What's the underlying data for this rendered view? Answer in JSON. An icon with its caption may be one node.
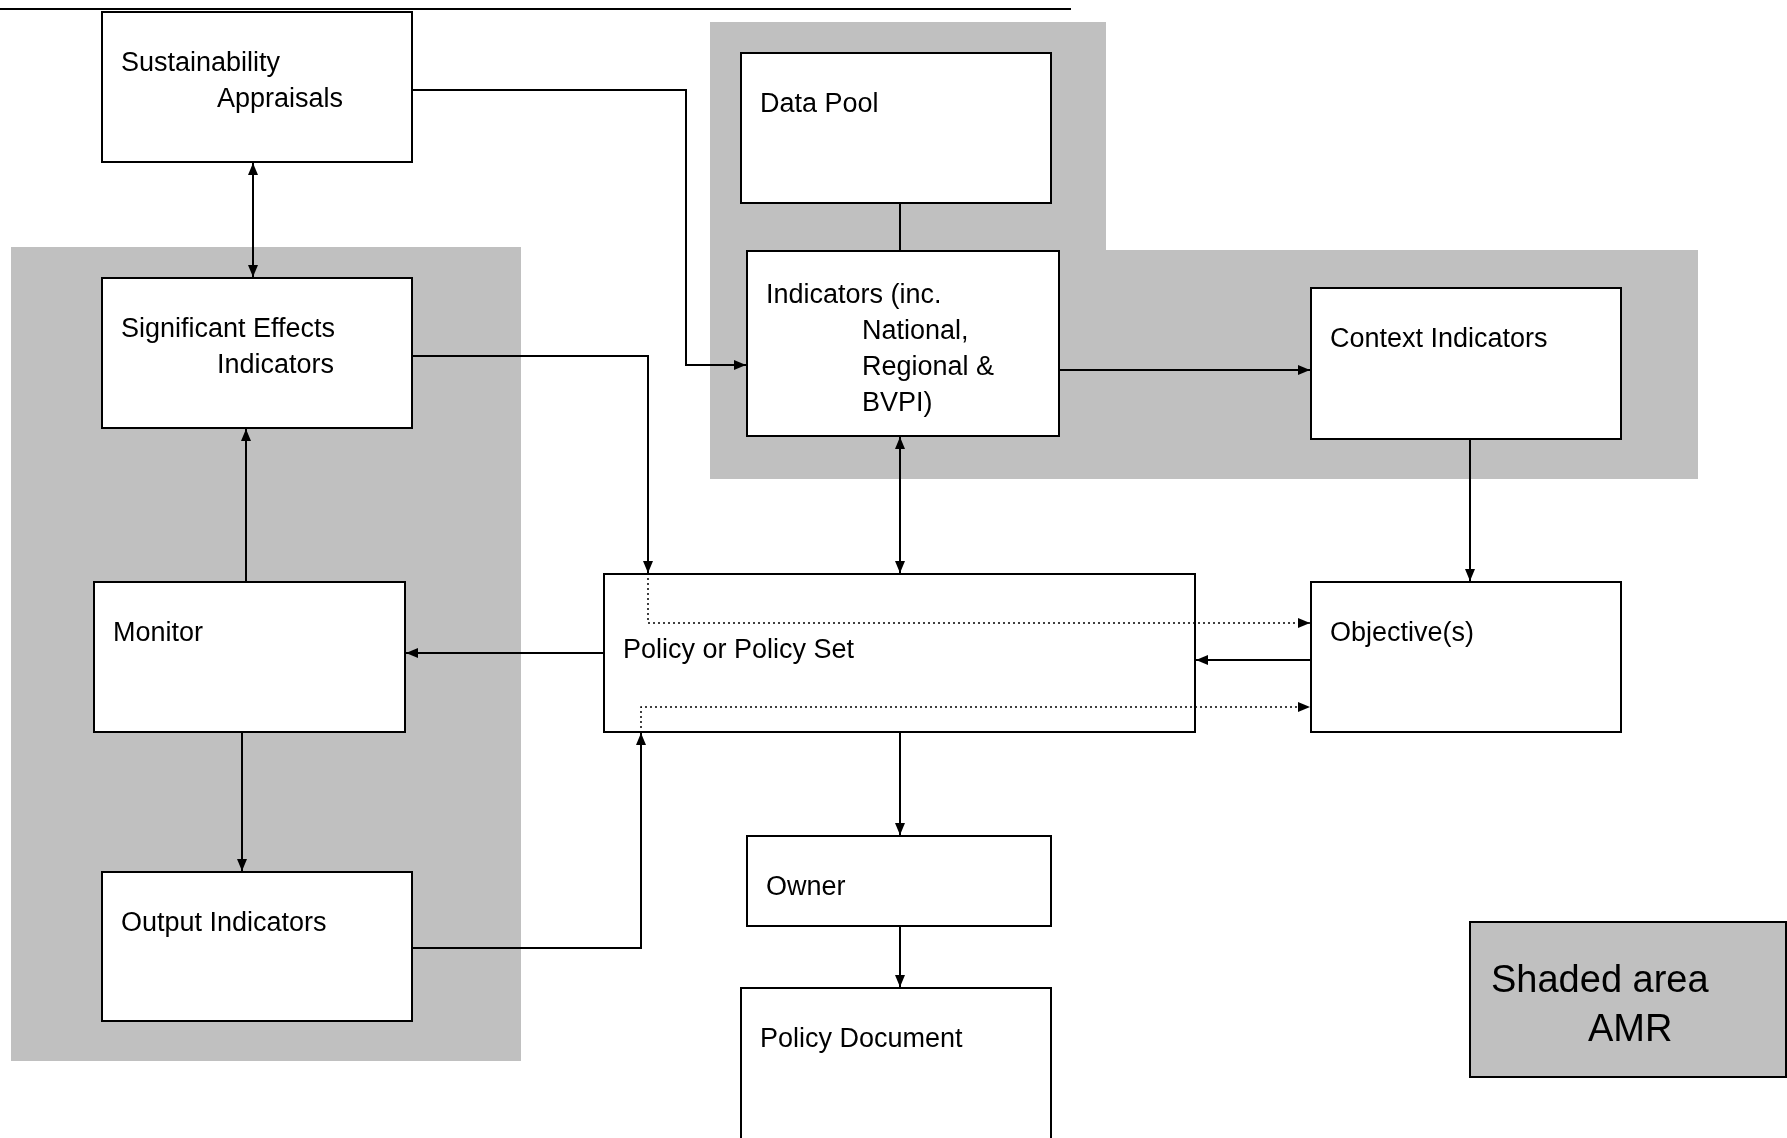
{
  "diagram": {
    "nodes": [
      {
        "text": [
          "Sustainability Appraisals"
        ]
      },
      {
        "text": [],
        "shape": "box"
      },
      {
        "text": [
          "Significant Effects Indicators"
        ],
        "in": 1
      },
      {
        "text": [
          "Monitor"
        ],
        "in": 1
      },
      {
        "text": [
          "Output Indicators"
        ],
        "in": 1
      },
      {
        "text": [],
        "shape": "box"
      },
      {
        "text": [
          "Data Pool"
        ],
        "in": 5
      },
      {
        "text": [
          "Indicators (inc. National, Regional & BVPI)"
        ],
        "in": 5
      },
      {
        "text": [
          "Context Indicators"
        ],
        "in": 5
      },
      {
        "text": [
          "Policy or Policy Set"
        ]
      },
      {
        "text": [
          "Objective(s)"
        ]
      },
      {
        "text": [
          "Owner"
        ]
      },
      {
        "text": [
          "Policy Document"
        ]
      }
    ],
    "edges": [
      {
        "from": 0,
        "to": 2,
        "arrow": "both"
      },
      {
        "from": 0,
        "to": 7,
        "arrow": "to"
      },
      {
        "from": 6,
        "to": 7,
        "arrow": "none"
      },
      {
        "from": 7,
        "to": 8,
        "arrow": "to"
      },
      {
        "from": 8,
        "to": 10,
        "arrow": "to"
      },
      {
        "from": 7,
        "to": 9,
        "arrow": "both"
      },
      {
        "from": 2,
        "to": 9,
        "arrow": "to"
      },
      {
        "from": 9,
        "to": 10,
        "arrow": "to",
        "style": "dashed"
      },
      {
        "from": 10,
        "to": 9,
        "arrow": "to"
      },
      {
        "from": 4,
        "to": 9,
        "arrow": "to"
      },
      {
        "from": 9,
        "to": 10,
        "arrow": "to",
        "style": "dashed"
      },
      {
        "from": 3,
        "to": 2,
        "arrow": "to"
      },
      {
        "from": 9,
        "to": 3,
        "arrow": "to"
      },
      {
        "from": 3,
        "to": 4,
        "arrow": "to"
      },
      {
        "from": 9,
        "to": 11,
        "arrow": "to"
      },
      {
        "from": 11,
        "to": 12,
        "arrow": "to"
      }
    ],
    "legend": [
      {
        "text": "Shaded area AMR",
        "color": "#c0c0c0"
      }
    ]
  }
}
